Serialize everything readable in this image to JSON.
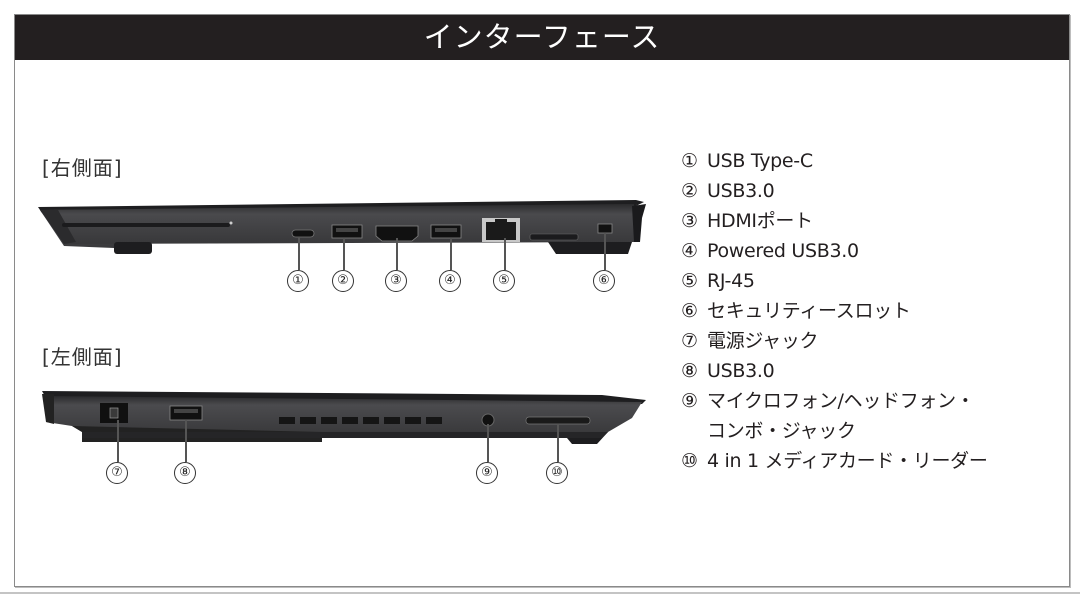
{
  "header": {
    "title": "インターフェース"
  },
  "right_side": {
    "label": "[右側面]",
    "callouts": [
      "①",
      "②",
      "③",
      "④",
      "⑤",
      "⑥"
    ]
  },
  "left_side": {
    "label": "[左側面]",
    "callouts": [
      "⑦",
      "⑧",
      "⑨",
      "⑩"
    ]
  },
  "legend": {
    "items": [
      {
        "num": "①",
        "text": "USB Type-C"
      },
      {
        "num": "②",
        "text": "USB3.0"
      },
      {
        "num": "③",
        "text": "HDMIポート"
      },
      {
        "num": "④",
        "text": "Powered USB3.0"
      },
      {
        "num": "⑤",
        "text": "RJ-45"
      },
      {
        "num": "⑥",
        "text": "セキュリティースロット"
      },
      {
        "num": "⑦",
        "text": "電源ジャック"
      },
      {
        "num": "⑧",
        "text": "USB3.0"
      },
      {
        "num": "⑨",
        "text": "マイクロフォン/ヘッドフォン・"
      },
      {
        "num": "",
        "text": "コンボ・ジャック"
      },
      {
        "num": "⑩",
        "text": "4 in 1 メディアカード・リーダー"
      }
    ]
  },
  "colors": {
    "title_bar": "#231f20",
    "laptop_body": "#3a3a3c",
    "frame_border": "#8a8a8a"
  }
}
